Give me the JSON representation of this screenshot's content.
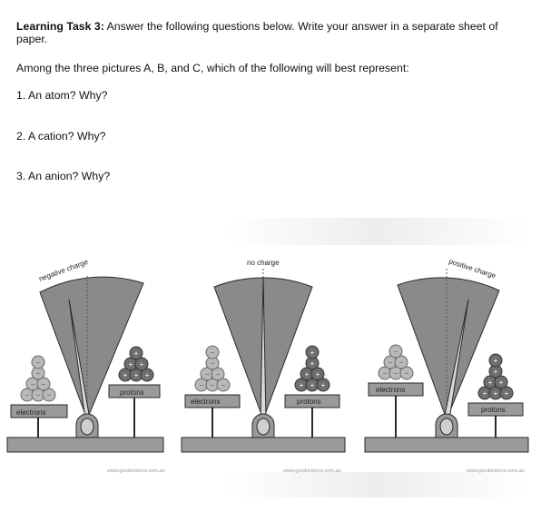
{
  "task": {
    "heading_bold": "Learning Task 3:",
    "heading_rest": " Answer the following questions below. Write your answer in a separate sheet of paper.",
    "intro": "Among the three pictures A, B, and C, which of the following will best represent:",
    "questions": [
      "1. An atom? Why?",
      "2. A cation? Why?",
      "3. An anion? Why?"
    ]
  },
  "figures": [
    {
      "charge_label": "negative charge",
      "left_label": "electrons",
      "right_label": "protons",
      "credit": "www.goodscience.com.au"
    },
    {
      "charge_label": "no charge",
      "left_label": "electrons",
      "right_label": "protons",
      "credit": "www.goodscience.com.au"
    },
    {
      "charge_label": "positive charge",
      "left_label": "electrons",
      "right_label": "protons",
      "credit": "www.goodscience.com.au"
    }
  ],
  "colors": {
    "fan": "#8a8a8a",
    "base": "#9a9a9a",
    "electron": "#b8b8b8",
    "proton": "#6e6e6e",
    "outline": "#2a2a2a"
  }
}
